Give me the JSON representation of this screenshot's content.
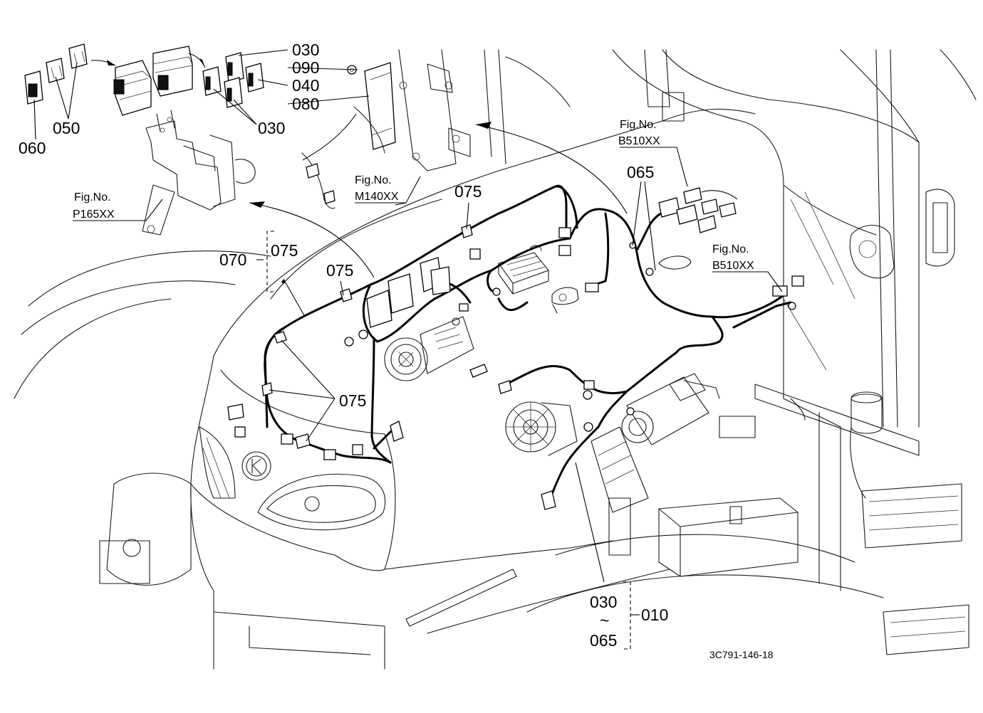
{
  "labels": {
    "l030a": "030",
    "l090": "090",
    "l040": "040",
    "l080": "080",
    "l030b": "030",
    "l050": "050",
    "l060": "060",
    "l065": "065",
    "l075a": "075",
    "l070": "070",
    "l075b": "075",
    "l075c": "075",
    "l075d": "075",
    "l030c": "030",
    "l065b": "065",
    "l010": "010",
    "tilde": "~"
  },
  "figrefs": {
    "p165_title": "Fig.No.",
    "p165": "P165XX",
    "m140_title": "Fig.No.",
    "m140": "M140XX",
    "b510a_title": "Fig.No.",
    "b510a": "B510XX",
    "b510b_title": "Fig.No.",
    "b510b": "B510XX"
  },
  "drawing_code": "3C791-146-18"
}
